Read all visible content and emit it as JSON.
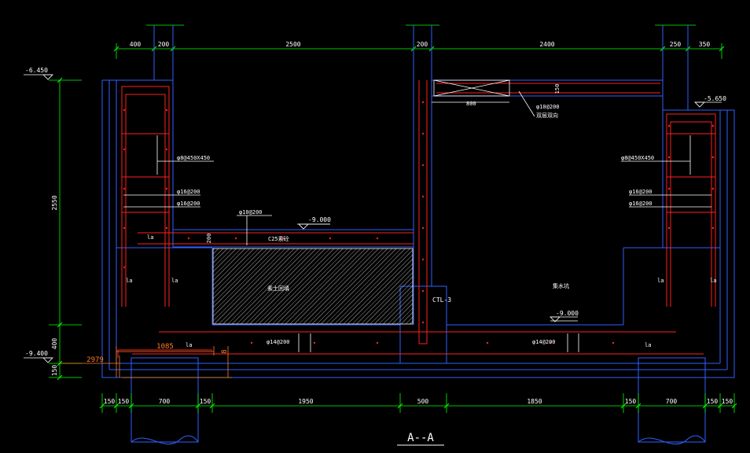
{
  "title": "A--A",
  "colors": {
    "background": "#000000",
    "wall_outline": "#3060ff",
    "rebar": "#ff2020",
    "dimension": "#00ff00",
    "annotation": "#ffffff",
    "orange_dimension": "#ff7f27",
    "hatch": "#ffffff"
  },
  "dims_top": [
    "400",
    "200",
    "2500",
    "200",
    "2400",
    "250",
    "350"
  ],
  "dims_bottom": [
    "150",
    "150",
    "700",
    "150",
    "1950",
    "500",
    "1850",
    "150",
    "700",
    "150",
    "150"
  ],
  "dims_left": [
    "2550",
    "400",
    "150"
  ],
  "orange_dims": [
    "1085",
    "2979"
  ],
  "elevations": [
    "-6.450",
    "-5.650",
    "-9.000",
    "-9.000",
    "-9.400"
  ],
  "labels": {
    "rebar_left_stirrup": "φ8@450X450",
    "rebar_right_stirrup": "φ8@450X450",
    "rebar_left_1": "φ16@200",
    "rebar_left_2": "φ16@200",
    "rebar_right_1": "φ16@200",
    "rebar_right_2": "φ16@200",
    "slab_rebar": "φ10@200",
    "slab_thickness": "200",
    "c25": "C25素砼",
    "fill_left": "素土回填",
    "water_right": "集水坑",
    "ctl": "CTL-3",
    "bottom_rebar_left": "φ14@200",
    "bottom_rebar_right": "φ14@200",
    "top_right_rebar": "φ10@200",
    "top_right_note": "双层双向",
    "top_right_dim": "150",
    "top_right_small": "800",
    "la_1": "la",
    "la_2": "la",
    "la_3": "la",
    "la_4": "la",
    "la_5": "la",
    "la_6": "la",
    "la_7": "la",
    "pile_h": "8"
  }
}
